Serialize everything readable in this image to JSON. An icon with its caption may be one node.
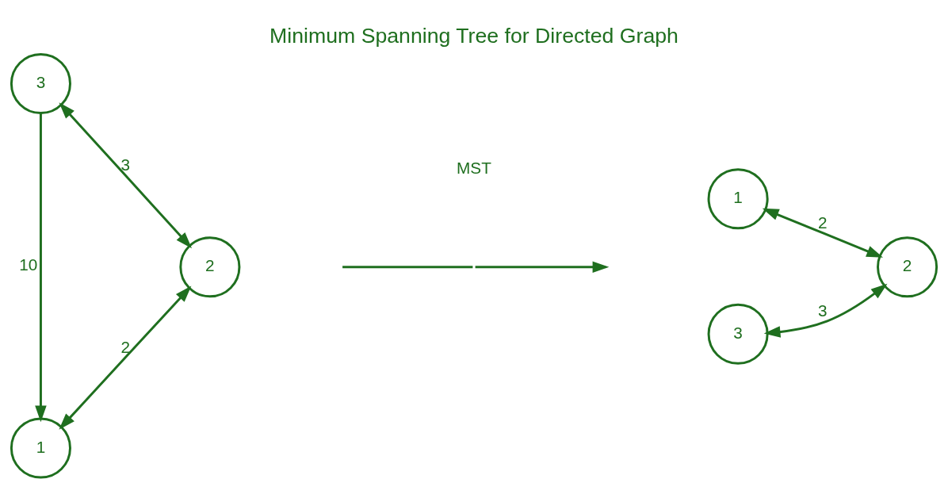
{
  "diagram": {
    "title": "Minimum Spanning Tree for Directed Graph",
    "nodes": [
      {
        "text": [
          "1"
        ]
      },
      {
        "text": [
          "2"
        ]
      },
      {
        "text": [
          "3"
        ]
      },
      {
        "text": [
          "1"
        ]
      },
      {
        "text": [
          "2"
        ]
      },
      {
        "text": [
          "3"
        ]
      }
    ],
    "edges": [
      {
        "from": 0,
        "to": 1,
        "arrow": "both",
        "label": "2"
      },
      {
        "from": 1,
        "to": 2,
        "arrow": "both",
        "label": "3"
      },
      {
        "from": 2,
        "to": 0,
        "arrow": "to",
        "label": "10"
      },
      {
        "from": 3,
        "to": 4,
        "arrow": "both",
        "label": "2"
      },
      {
        "from": 4,
        "to": 5,
        "arrow": "both",
        "label": "3"
      }
    ],
    "labels": [
      "MST"
    ]
  }
}
